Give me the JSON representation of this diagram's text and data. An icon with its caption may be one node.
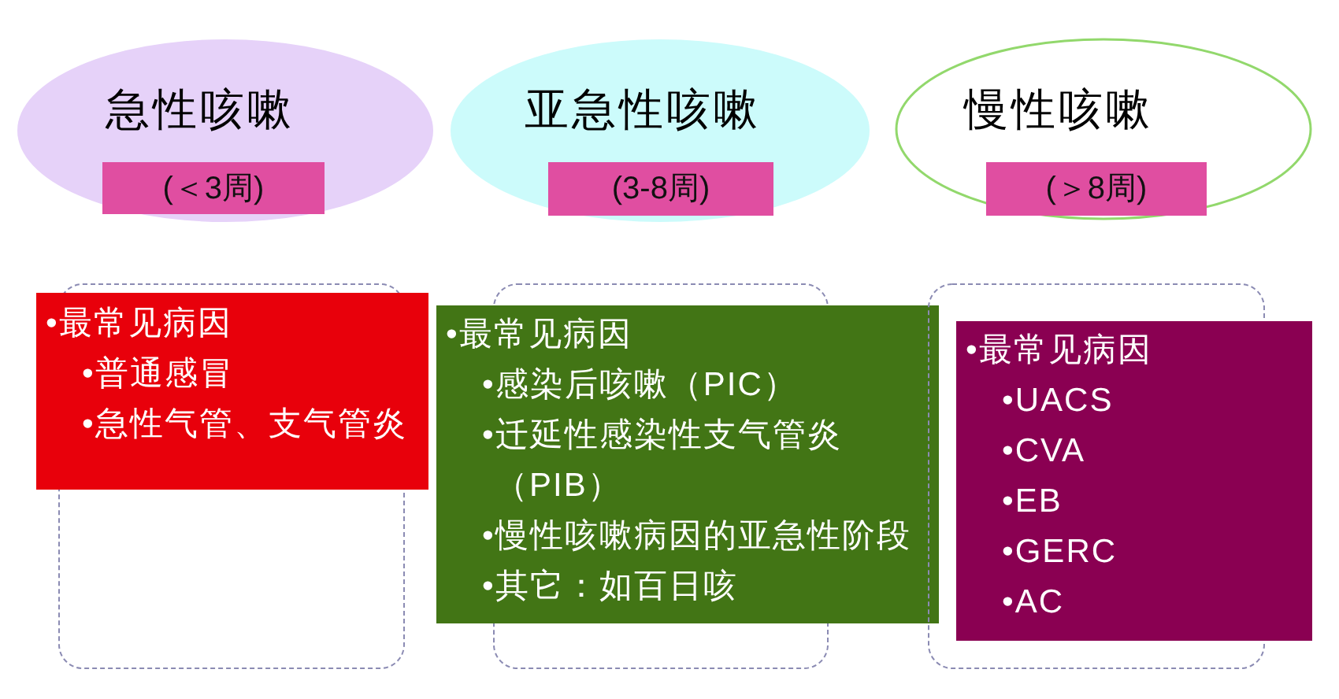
{
  "diagram": {
    "nodes": [
      {
        "text": [
          "急性咳嗽"
        ]
      },
      {
        "text": [
          "(＜3周)"
        ],
        "in": 0
      },
      {
        "text": [
          "亚急性咳嗽"
        ]
      },
      {
        "text": [
          "(3-8周)"
        ],
        "in": 2
      },
      {
        "text": [
          "慢性咳嗽"
        ]
      },
      {
        "text": [
          "(＞8周)"
        ],
        "in": 4
      },
      {
        "text": [
          "•最常见病因",
          "•普通感冒",
          "•急性气管、支气管炎"
        ]
      },
      {
        "text": [
          "•最常见病因",
          "•感染后咳嗽（PIC）",
          "•迁延性感染性支气管炎（PIB）",
          "•慢性咳嗽病因的亚急性阶段",
          "•其它：如百日咳"
        ]
      },
      {
        "text": [
          "•最常见病因",
          "•UACS",
          "•CVA",
          "•EB",
          "•GERC",
          "•AC"
        ]
      }
    ]
  }
}
